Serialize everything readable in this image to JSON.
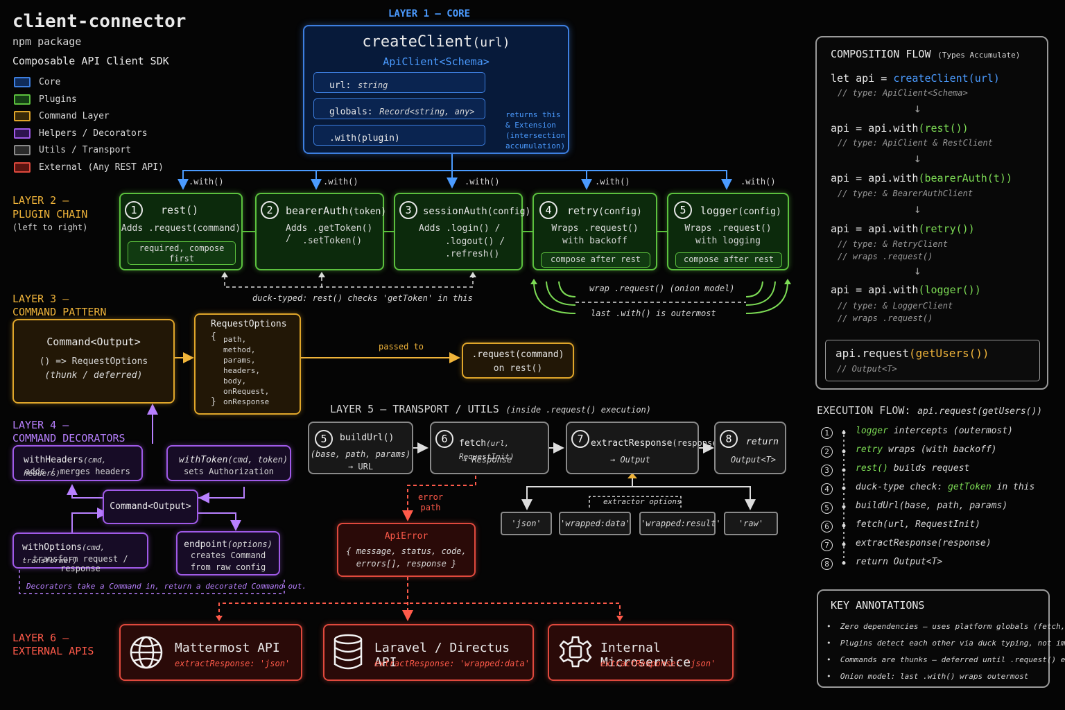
{
  "header": {
    "title": "client-connector",
    "subtitle": "npm package",
    "description": "Composable API Client SDK"
  },
  "legend": [
    {
      "label": "Core",
      "color": "#3d7fe0"
    },
    {
      "label": "Plugins",
      "color": "#5cc13e"
    },
    {
      "label": "Command Layer",
      "color": "#e0a62a"
    },
    {
      "label": "Helpers / Decorators",
      "color": "#a05ae8"
    },
    {
      "label": "Utils / Transport",
      "color": "#8a8a8a"
    },
    {
      "label": "External (Any REST API)",
      "color": "#e0493d"
    }
  ],
  "layer1": {
    "label": "LAYER 1 — CORE",
    "title_fn": "createClient",
    "title_arg": "(url)",
    "type": "ApiClient<Schema>",
    "fields": [
      {
        "name": "url:",
        "type": "string"
      },
      {
        "name": "globals:",
        "type": "Record<string, any>"
      },
      {
        "name": ".with(plugin)",
        "type": ""
      }
    ],
    "note": "returns this & Extension (intersection accumulation)"
  },
  "layer2": {
    "label_line1": "LAYER 2 —",
    "label_line2": "PLUGIN CHAIN",
    "label_note": "(left to right)",
    "with_label": ".with()",
    "plugins": [
      {
        "num": "1",
        "name": "rest()",
        "arg": "",
        "desc1": "Adds .request(command)",
        "desc2": "",
        "badge": "required, compose first"
      },
      {
        "num": "2",
        "name": "bearerAuth",
        "arg": "(token)",
        "desc1": "Adds .getToken() /",
        "desc2": ".setToken()",
        "badge": ""
      },
      {
        "num": "3",
        "name": "sessionAuth",
        "arg": "(config)",
        "desc1": "Adds .login() /",
        "desc2": ".logout() / .refresh()",
        "badge": ""
      },
      {
        "num": "4",
        "name": "retry",
        "arg": "(config)",
        "desc1": "Wraps .request()",
        "desc2": "with backoff",
        "badge": "compose after rest"
      },
      {
        "num": "5",
        "name": "logger",
        "arg": "(config)",
        "desc1": "Wraps .request()",
        "desc2": "with logging",
        "badge": "compose after rest"
      }
    ],
    "duck_note": "duck-typed: rest() checks 'getToken' in this",
    "onion_note1": "wrap .request() (onion model)",
    "onion_note2": "last .with() is outermost"
  },
  "layer3": {
    "label_line1": "LAYER 3 —",
    "label_line2": "COMMAND PATTERN",
    "command_title": "Command<Output>",
    "command_line1": "() => RequestOptions",
    "command_line2": "(thunk / deferred)",
    "options_title": "RequestOptions",
    "options_fields": [
      "path,",
      "method,",
      "params,",
      "headers,",
      "body,",
      "onRequest,",
      "onResponse"
    ],
    "passed_to": "passed to",
    "request_line1": ".request(command)",
    "request_line2": "on rest()"
  },
  "layer4": {
    "label_line1": "LAYER 4 —",
    "label_line2": "COMMAND DECORATORS",
    "with_headers": {
      "name": "withHeaders",
      "args": "(cmd, headers)",
      "desc": "adds / merges headers"
    },
    "with_token": {
      "name": "withToken",
      "args": "(cmd, token)",
      "desc": "sets Authorization"
    },
    "center": "Command<Output>",
    "with_options": {
      "name": "withOptions",
      "args": "(cmd, transformer)",
      "desc": "transform request / response"
    },
    "endpoint": {
      "name": "endpoint",
      "args": "(options)",
      "desc1": "creates Command",
      "desc2": "from raw config"
    },
    "note": "Decorators take a Command in, return a decorated Command out."
  },
  "layer5": {
    "label": "LAYER 5 — TRANSPORT / UTILS",
    "label_note": "(inside .request() execution)",
    "steps": [
      {
        "num": "5",
        "name": "buildUrl()",
        "line1": "(base, path, params)",
        "line2": "→ URL"
      },
      {
        "num": "6",
        "name": "fetch",
        "args": "(url, RequestInit)",
        "line1": "→ Response"
      },
      {
        "num": "7",
        "name": "extractResponse",
        "args": "(response)",
        "line1": "→ Output"
      },
      {
        "num": "8",
        "name": "return",
        "line1": "Output<T>"
      }
    ],
    "extractor_label": "extractor options",
    "extractors": [
      "'json'",
      "'wrapped:data'",
      "'wrapped:result'",
      "'raw'"
    ],
    "error_path": "error path",
    "api_error": {
      "title": "ApiError",
      "line1": "{ message, status, code,",
      "line2": "errors[], response }"
    }
  },
  "layer6": {
    "label_line1": "LAYER 6 —",
    "label_line2": "EXTERNAL APIS",
    "apis": [
      {
        "name": "Mattermost API",
        "extract": "extractResponse: 'json'",
        "icon": "globe-icon"
      },
      {
        "name": "Laravel / Directus API",
        "extract": "extractResponse: 'wrapped:data'",
        "icon": "database-icon"
      },
      {
        "name": "Internal Microservice",
        "extract": "extractResponse: 'json'",
        "icon": "gear-icon"
      }
    ]
  },
  "composition": {
    "title": "COMPOSITION FLOW",
    "title_note": "(Types Accumulate)",
    "steps": [
      {
        "code_a": "let api = ",
        "code_b": "createClient(url)",
        "comment1": "// type: ApiClient<Schema>",
        "comment2": ""
      },
      {
        "code_a": "api = api.with",
        "code_b": "(rest())",
        "comment1": "// type: ApiClient & RestClient",
        "comment2": ""
      },
      {
        "code_a": "api = api.with",
        "code_b": "(bearerAuth(t))",
        "comment1": "// type: & BearerAuthClient",
        "comment2": ""
      },
      {
        "code_a": "api = api.with",
        "code_b": "(retry())",
        "comment1": "// type: & RetryClient",
        "comment2": "// wraps .request()"
      },
      {
        "code_a": "api = api.with",
        "code_b": "(logger())",
        "comment1": "// type: & LoggerClient",
        "comment2": "// wraps .request()"
      }
    ],
    "final_a": "api.request",
    "final_b": "(getUsers())",
    "final_comment": "// Output<T>"
  },
  "execution": {
    "title": "EXECUTION FLOW:",
    "title_code": "api.request(getUsers())",
    "steps": [
      {
        "num": "1",
        "hl": "logger",
        "rest": " intercepts (outermost)"
      },
      {
        "num": "2",
        "hl": "retry",
        "rest": " wraps (with backoff)"
      },
      {
        "num": "3",
        "hl": "rest()",
        "rest": " builds request"
      },
      {
        "num": "4",
        "hl_pre": "duck-type check: ",
        "hl": "getToken",
        "rest": " in this"
      },
      {
        "num": "5",
        "hl": "",
        "rest": "buildUrl(base, path, params)"
      },
      {
        "num": "6",
        "hl": "",
        "rest": "fetch(url, RequestInit)"
      },
      {
        "num": "7",
        "hl": "",
        "rest": "extractResponse(response)"
      },
      {
        "num": "8",
        "hl": "",
        "rest": "return Output<T>"
      }
    ]
  },
  "annotations": {
    "title": "KEY ANNOTATIONS",
    "items": [
      "Zero dependencies — uses platform globals (fetch, URL)",
      "Plugins detect each other via duck typing, not imports",
      "Commands are thunks — deferred until .request() executes",
      "Onion model: last .with() wraps outermost"
    ]
  }
}
